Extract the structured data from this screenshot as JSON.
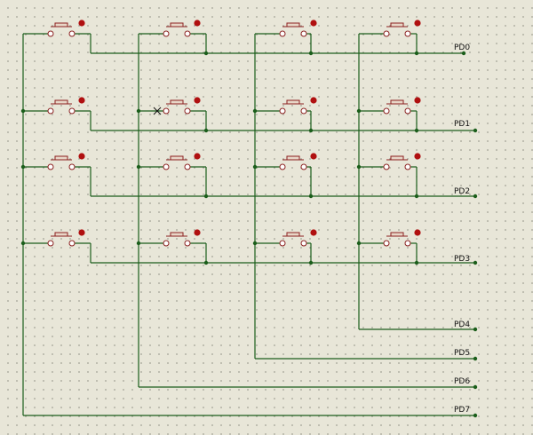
{
  "labels": {
    "pd0": "PD0",
    "pd1": "PD1",
    "pd2": "PD2",
    "pd3": "PD3",
    "pd4": "PD4",
    "pd5": "PD5",
    "pd6": "PD6",
    "pd7": "PD7"
  },
  "colors": {
    "wire": "#1b5e1b",
    "component": "#8b2020",
    "contact_dot": "#b01010",
    "background": "#e8e6d8"
  },
  "matrix": {
    "rows": 4,
    "columns": 4,
    "component": "push-button"
  }
}
